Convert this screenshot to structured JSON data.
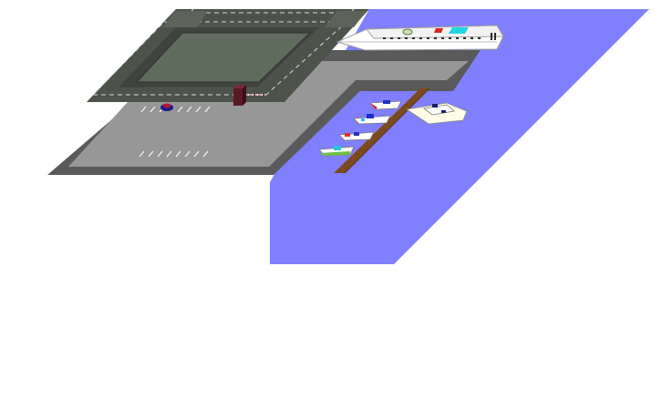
{
  "scene": {
    "type": "isometric-marina-map",
    "colors": {
      "water": "#8080ff",
      "road_asphalt": "#4d524b",
      "road_markings": "#d8d8d8",
      "block_grass": "#5f6b5d",
      "lot_surface": "#979797",
      "lot_border": "#5a5a5a",
      "dock_wood": "#7b4a1e",
      "ship_hull": "#ffffff"
    },
    "objects": [
      {
        "name": "road-grid",
        "kind": "road"
      },
      {
        "name": "city-block",
        "kind": "grass"
      },
      {
        "name": "parking-lot",
        "kind": "pavement"
      },
      {
        "name": "parking-kiosk",
        "kind": "building"
      },
      {
        "name": "parked-car",
        "kind": "vehicle"
      },
      {
        "name": "cruise-ship",
        "kind": "vessel"
      },
      {
        "name": "wooden-dock",
        "kind": "pier"
      },
      {
        "name": "boats",
        "kind": "vessel",
        "count": 5
      }
    ]
  }
}
